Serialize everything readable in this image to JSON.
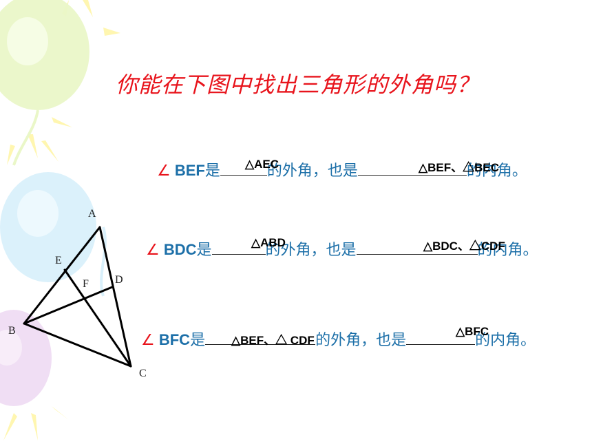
{
  "title": "你能在下图中找出三角形的外角吗？",
  "rows": [
    {
      "angle": "∠",
      "label": " BEF",
      "is": "是",
      "answer1": "△AEC",
      "ext": "的外角，也是",
      "answer2": "△BEF、△BEC",
      "int": "的内角。"
    },
    {
      "angle": "∠",
      "label": " BDC",
      "is": "是",
      "answer1": "△ABD",
      "ext": "的外角，也是",
      "answer2": "△BDC、△CDF",
      "int": "的内角。"
    },
    {
      "angle": "∠",
      "label": " BFC",
      "is": "是",
      "answer1": "△BEF、△ CDF",
      "ext": "的外角，也是",
      "answer2": "△BFC",
      "int": "的内角。"
    }
  ],
  "points": {
    "A": "A",
    "B": "B",
    "C": "C",
    "D": "D",
    "E": "E",
    "F": "F"
  },
  "colors": {
    "title": "#e8141c",
    "text": "#1c6fa8"
  }
}
